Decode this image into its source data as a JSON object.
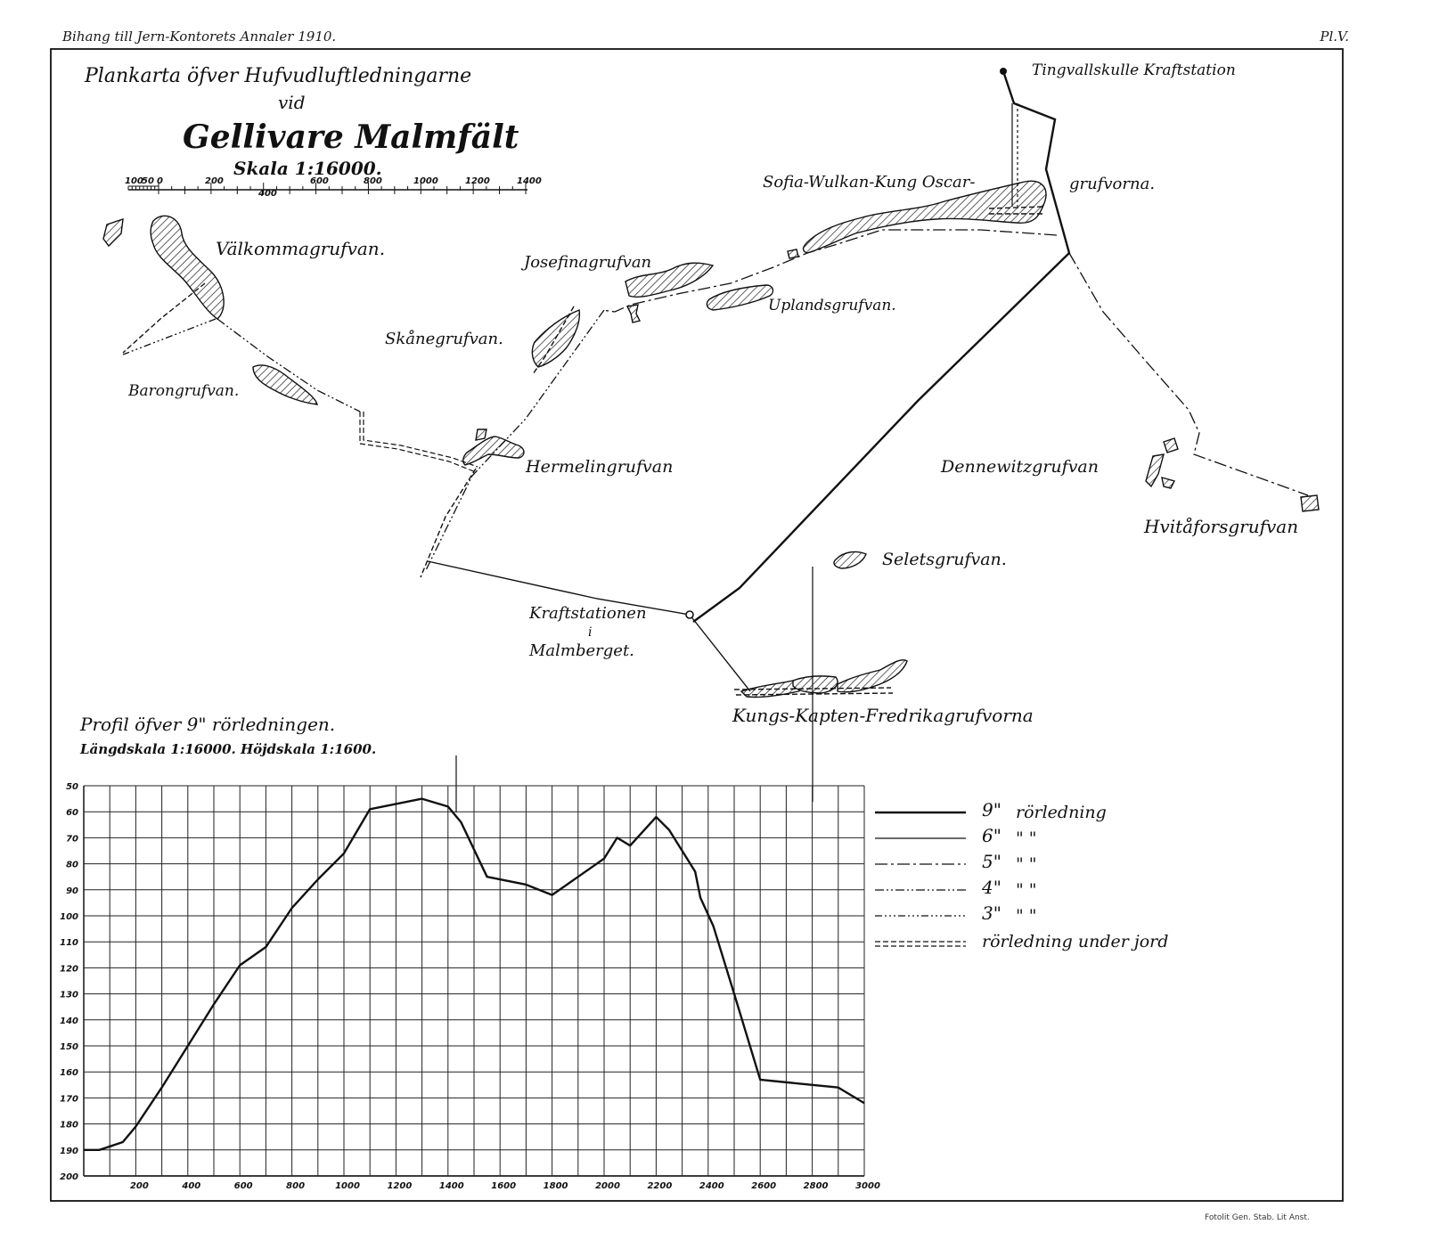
{
  "header": {
    "left": "Bihang till Jern-Kontorets Annaler 1910.",
    "right": "Pl.V."
  },
  "map": {
    "title_line1": "Plankarta öfver Hufvudluftledningarne",
    "title_line2": "vid",
    "title_main": "Gellivare Malmfält",
    "scale_text": "Skala 1:16000.",
    "scale_ticks": [
      "100",
      "50",
      "0",
      "200",
      "400",
      "600",
      "800",
      "1000",
      "1200",
      "1400"
    ],
    "labels": {
      "tingvallskulle": "Tingvallskulle Kraftstation",
      "sofia": "Sofia-Wulkan-Kung Oscar-",
      "sofia_suffix": "grufvorna.",
      "valkomma": "Välkommagrufvan.",
      "josefina": "Josefinagrufvan",
      "uplands": "Uplandsgrufvan.",
      "skane": "Skånegrufvan.",
      "baron": "Barongrufvan.",
      "hermelin": "Hermelingrufvan",
      "dennewitz": "Dennewitzgrufvan",
      "hvitafors": "Hvitåforsgrufvan",
      "selets": "Seletsgrufvan.",
      "kraft1": "Kraftstationen",
      "kraft2": "i",
      "kraft3": "Malmberget.",
      "kungs": "Kungs-Kapten-Fredrikagrufvorna"
    }
  },
  "profile": {
    "title": "Profil öfver 9\" rörledningen.",
    "subtitle": "Längdskala 1:16000. Höjdskala 1:1600."
  },
  "legend": [
    {
      "size": "9\"",
      "text": "rörledning",
      "style": "solid-bold"
    },
    {
      "size": "6\"",
      "text": "\"      \"",
      "style": "solid-thin"
    },
    {
      "size": "5\"",
      "text": "\"      \"",
      "style": "dash-dot"
    },
    {
      "size": "4\"",
      "text": "\"      \"",
      "style": "dash-dot-dot"
    },
    {
      "size": "3\"",
      "text": "\"      \"",
      "style": "dash-dot-dot-dot"
    },
    {
      "size": "",
      "text": "rörledning under jord",
      "style": "double-dash"
    }
  ],
  "chart_data": {
    "type": "line",
    "title": "Profil öfver 9\" rörledningen.",
    "x_ticks": [
      "200",
      "400",
      "600",
      "800",
      "1000",
      "1200",
      "1400",
      "1600",
      "1800",
      "2000",
      "2200",
      "2400",
      "2600",
      "2800",
      "3000"
    ],
    "y_ticks": [
      "50",
      "60",
      "70",
      "80",
      "90",
      "100",
      "110",
      "120",
      "130",
      "140",
      "150",
      "160",
      "170",
      "180",
      "190",
      "200"
    ],
    "xlim": [
      0,
      3000
    ],
    "ylim": [
      50,
      200
    ],
    "y_inverted": true,
    "grid": true,
    "series": [
      {
        "name": "9\" rörledning",
        "x": [
          0,
          60,
          150,
          200,
          300,
          400,
          500,
          600,
          700,
          800,
          900,
          1000,
          1100,
          1200,
          1300,
          1400,
          1450,
          1550,
          1700,
          1800,
          1900,
          2000,
          2050,
          2100,
          2200,
          2250,
          2300,
          2350,
          2370,
          2420,
          2500,
          2600,
          2700,
          2800,
          2900,
          3000
        ],
        "y": [
          190,
          190,
          187,
          181,
          166,
          150,
          134,
          119,
          112,
          97,
          86,
          76,
          59,
          57,
          55,
          58,
          64,
          85,
          88,
          92,
          85,
          78,
          70,
          73,
          62,
          67,
          75,
          83,
          93,
          104,
          130,
          163,
          164,
          165,
          166,
          172
        ]
      }
    ]
  }
}
